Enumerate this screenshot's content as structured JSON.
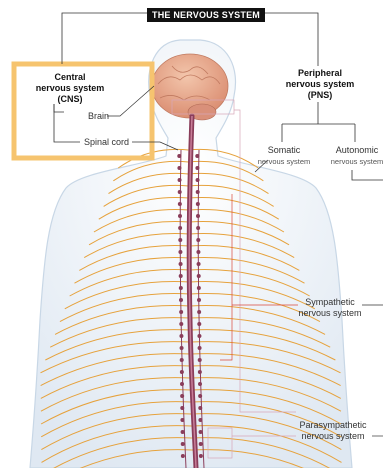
{
  "title": "THE NERVOUS SYSTEM",
  "cns": {
    "heading": [
      "Central",
      "nervous system",
      "(CNS)"
    ],
    "brain": "Brain",
    "spinal_cord": "Spinal cord",
    "highlight_color": "#f6c46f"
  },
  "pns": {
    "heading": [
      "Peripheral",
      "nervous system",
      "(PNS)"
    ],
    "somatic": [
      "Somatic",
      "nervous system"
    ],
    "autonomic": [
      "Autonomic",
      "nervous system"
    ],
    "sympathetic": [
      "Sympathetic",
      "nervous system"
    ],
    "parasympathetic": [
      "Parasympathetic",
      "nervous system"
    ]
  },
  "colors": {
    "nerve": "#e6a23c",
    "spine": "#8a3d5a",
    "brain": "#e8a78a",
    "leader_pink": "#d7a6b8",
    "leader_red": "#d9483b",
    "body_edge": "#c8d7e6"
  }
}
